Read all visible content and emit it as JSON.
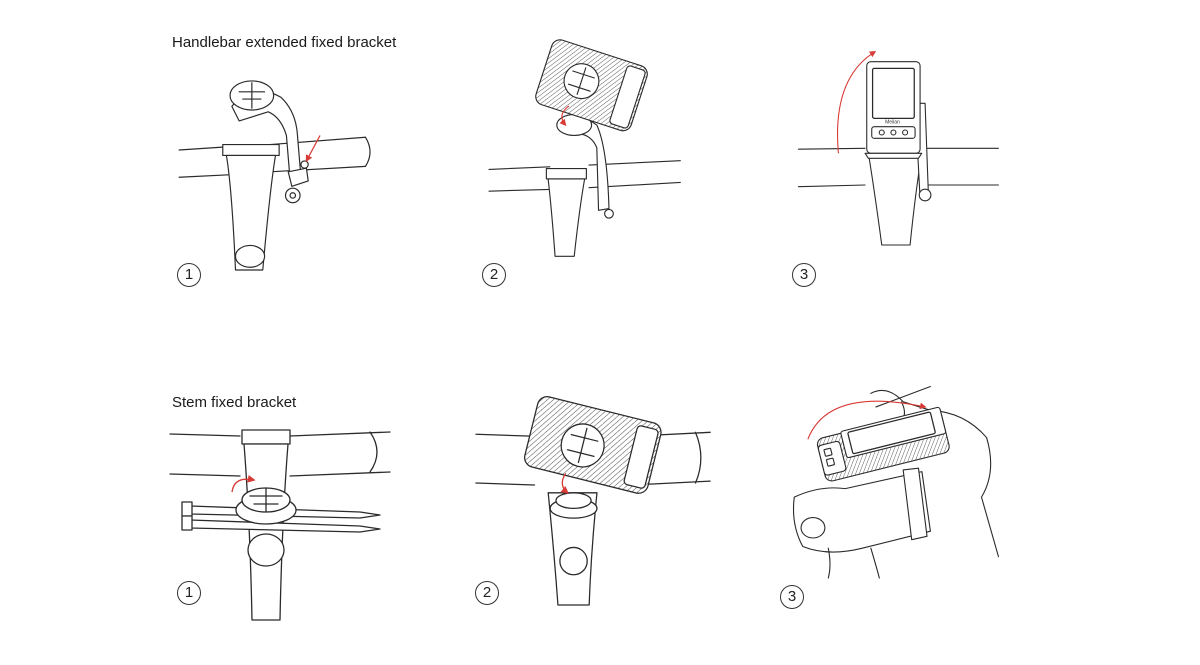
{
  "sections": [
    {
      "title": "Handlebar extended fixed bracket",
      "steps": [
        {
          "number": "1"
        },
        {
          "number": "2"
        },
        {
          "number": "3"
        }
      ]
    },
    {
      "title": "Stem fixed bracket",
      "steps": [
        {
          "number": "1"
        },
        {
          "number": "2"
        },
        {
          "number": "3"
        }
      ]
    }
  ],
  "device": {
    "brand_text": "Meilan"
  },
  "colors": {
    "arrow": "#d83a35",
    "line": "#2b2b2b",
    "background": "#ffffff"
  },
  "icons": [
    "handlebar-illustration",
    "bracket-illustration",
    "bike-computer-illustration",
    "hand-illustration",
    "rotation-arrow-icon"
  ]
}
